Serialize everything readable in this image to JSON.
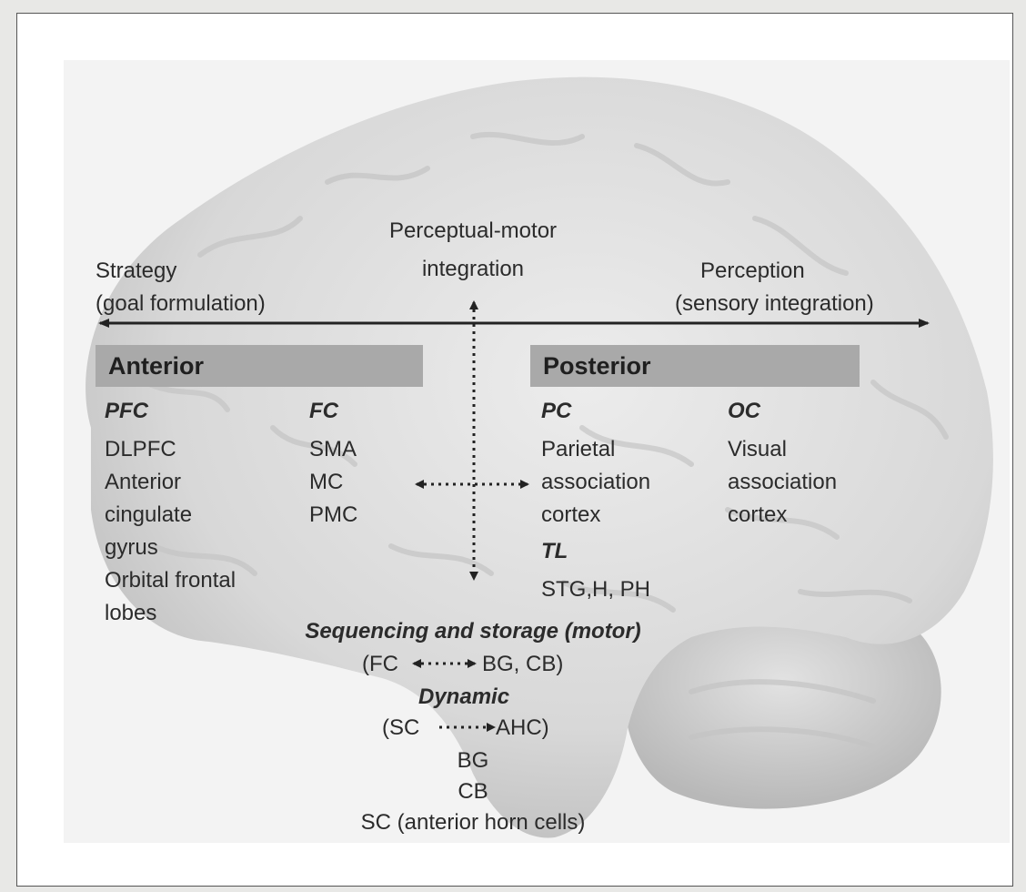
{
  "top": {
    "strategy": "Strategy",
    "strategy_sub": "(goal formulation)",
    "perceptual_motor_1": "Perceptual-motor",
    "perceptual_motor_2": "integration",
    "perception": "Perception",
    "perception_sub": "(sensory integration)"
  },
  "anterior": {
    "banner": "Anterior",
    "pfc": {
      "heading": "PFC",
      "items": [
        "DLPFC",
        "Anterior",
        "cingulate",
        "gyrus",
        "Orbital frontal",
        "lobes"
      ]
    },
    "fc": {
      "heading": "FC",
      "items": [
        "SMA",
        "MC",
        "PMC"
      ]
    }
  },
  "posterior": {
    "banner": "Posterior",
    "pc": {
      "heading": "PC",
      "items": [
        "Parietal",
        "association",
        "cortex"
      ]
    },
    "tl": {
      "heading": "TL",
      "items": [
        "STG,H, PH"
      ]
    },
    "oc": {
      "heading": "OC",
      "items": [
        "Visual",
        "association",
        "cortex"
      ]
    }
  },
  "bottom": {
    "sequencing": "Sequencing and storage (motor)",
    "seq_left": "(FC",
    "seq_right": "BG, CB)",
    "dynamic": "Dynamic",
    "dyn_left": "(SC",
    "dyn_right": "AHC)",
    "list": [
      "BG",
      "CB",
      "SC (anterior horn cells)"
    ]
  },
  "colors": {
    "brain": "#d9d9d9",
    "banner": "#a9a9a9",
    "text": "#2b2b2b"
  }
}
